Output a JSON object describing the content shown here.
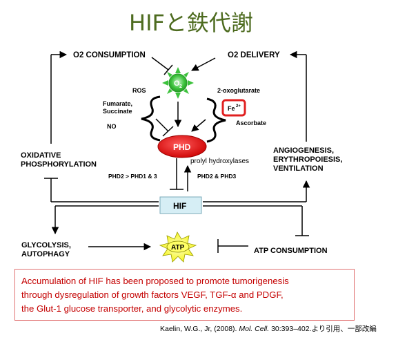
{
  "title": "HIFと鉄代謝",
  "nodes": {
    "o2_consumption": "O2 CONSUMPTION",
    "o2_delivery": "O2 DELIVERY",
    "o2_label": "O",
    "o2_sub": "2",
    "ros": "ROS",
    "fumarate": "Fumarate,",
    "succinate": "Succinate",
    "no": "NO",
    "oxoglutarate": "2-oxoglutarate",
    "fe": "Fe",
    "fe_sup": "2+",
    "ascorbate": "Ascorbate",
    "phd": "PHD",
    "prolyl": "prolyl hydroxylases",
    "oxidative_1": "OXIDATIVE",
    "oxidative_2": "PHOSPHORYLATION",
    "angio_1": "ANGIOGENESIS,",
    "angio_2": "ERYTHROPOIESIS,",
    "angio_3": "VENTILATION",
    "phd2_left": "PHD2 > PHD1 & 3",
    "phd2_right": "PHD2 & PHD3",
    "hif": "HIF",
    "glycolysis_1": "GLYCOLYSIS,",
    "glycolysis_2": "AUTOPHAGY",
    "atp": "ATP",
    "atp_consumption": "ATP CONSUMPTION"
  },
  "note": {
    "line1": "Accumulation of HIF has been proposed to promote tumorigenesis",
    "line2": "through   dysregulation of growth factors VEGF, TGF-α  and PDGF,",
    "line3": " the Glut-1 glucose transporter, and glycolytic enzymes."
  },
  "citation": {
    "authors": "Kaelin, W.G., Jr, (2008). ",
    "journal": "Mol. Cell.",
    "rest": " 30:393–402.より引用、一部改編"
  },
  "colors": {
    "title": "#4d6b1f",
    "sun": "#3cc23c",
    "phd": "#e81818",
    "fe_border": "#e02020",
    "hif_box": "#d6eef5",
    "atp_star": "#ffff33",
    "note_text": "#c40000"
  }
}
